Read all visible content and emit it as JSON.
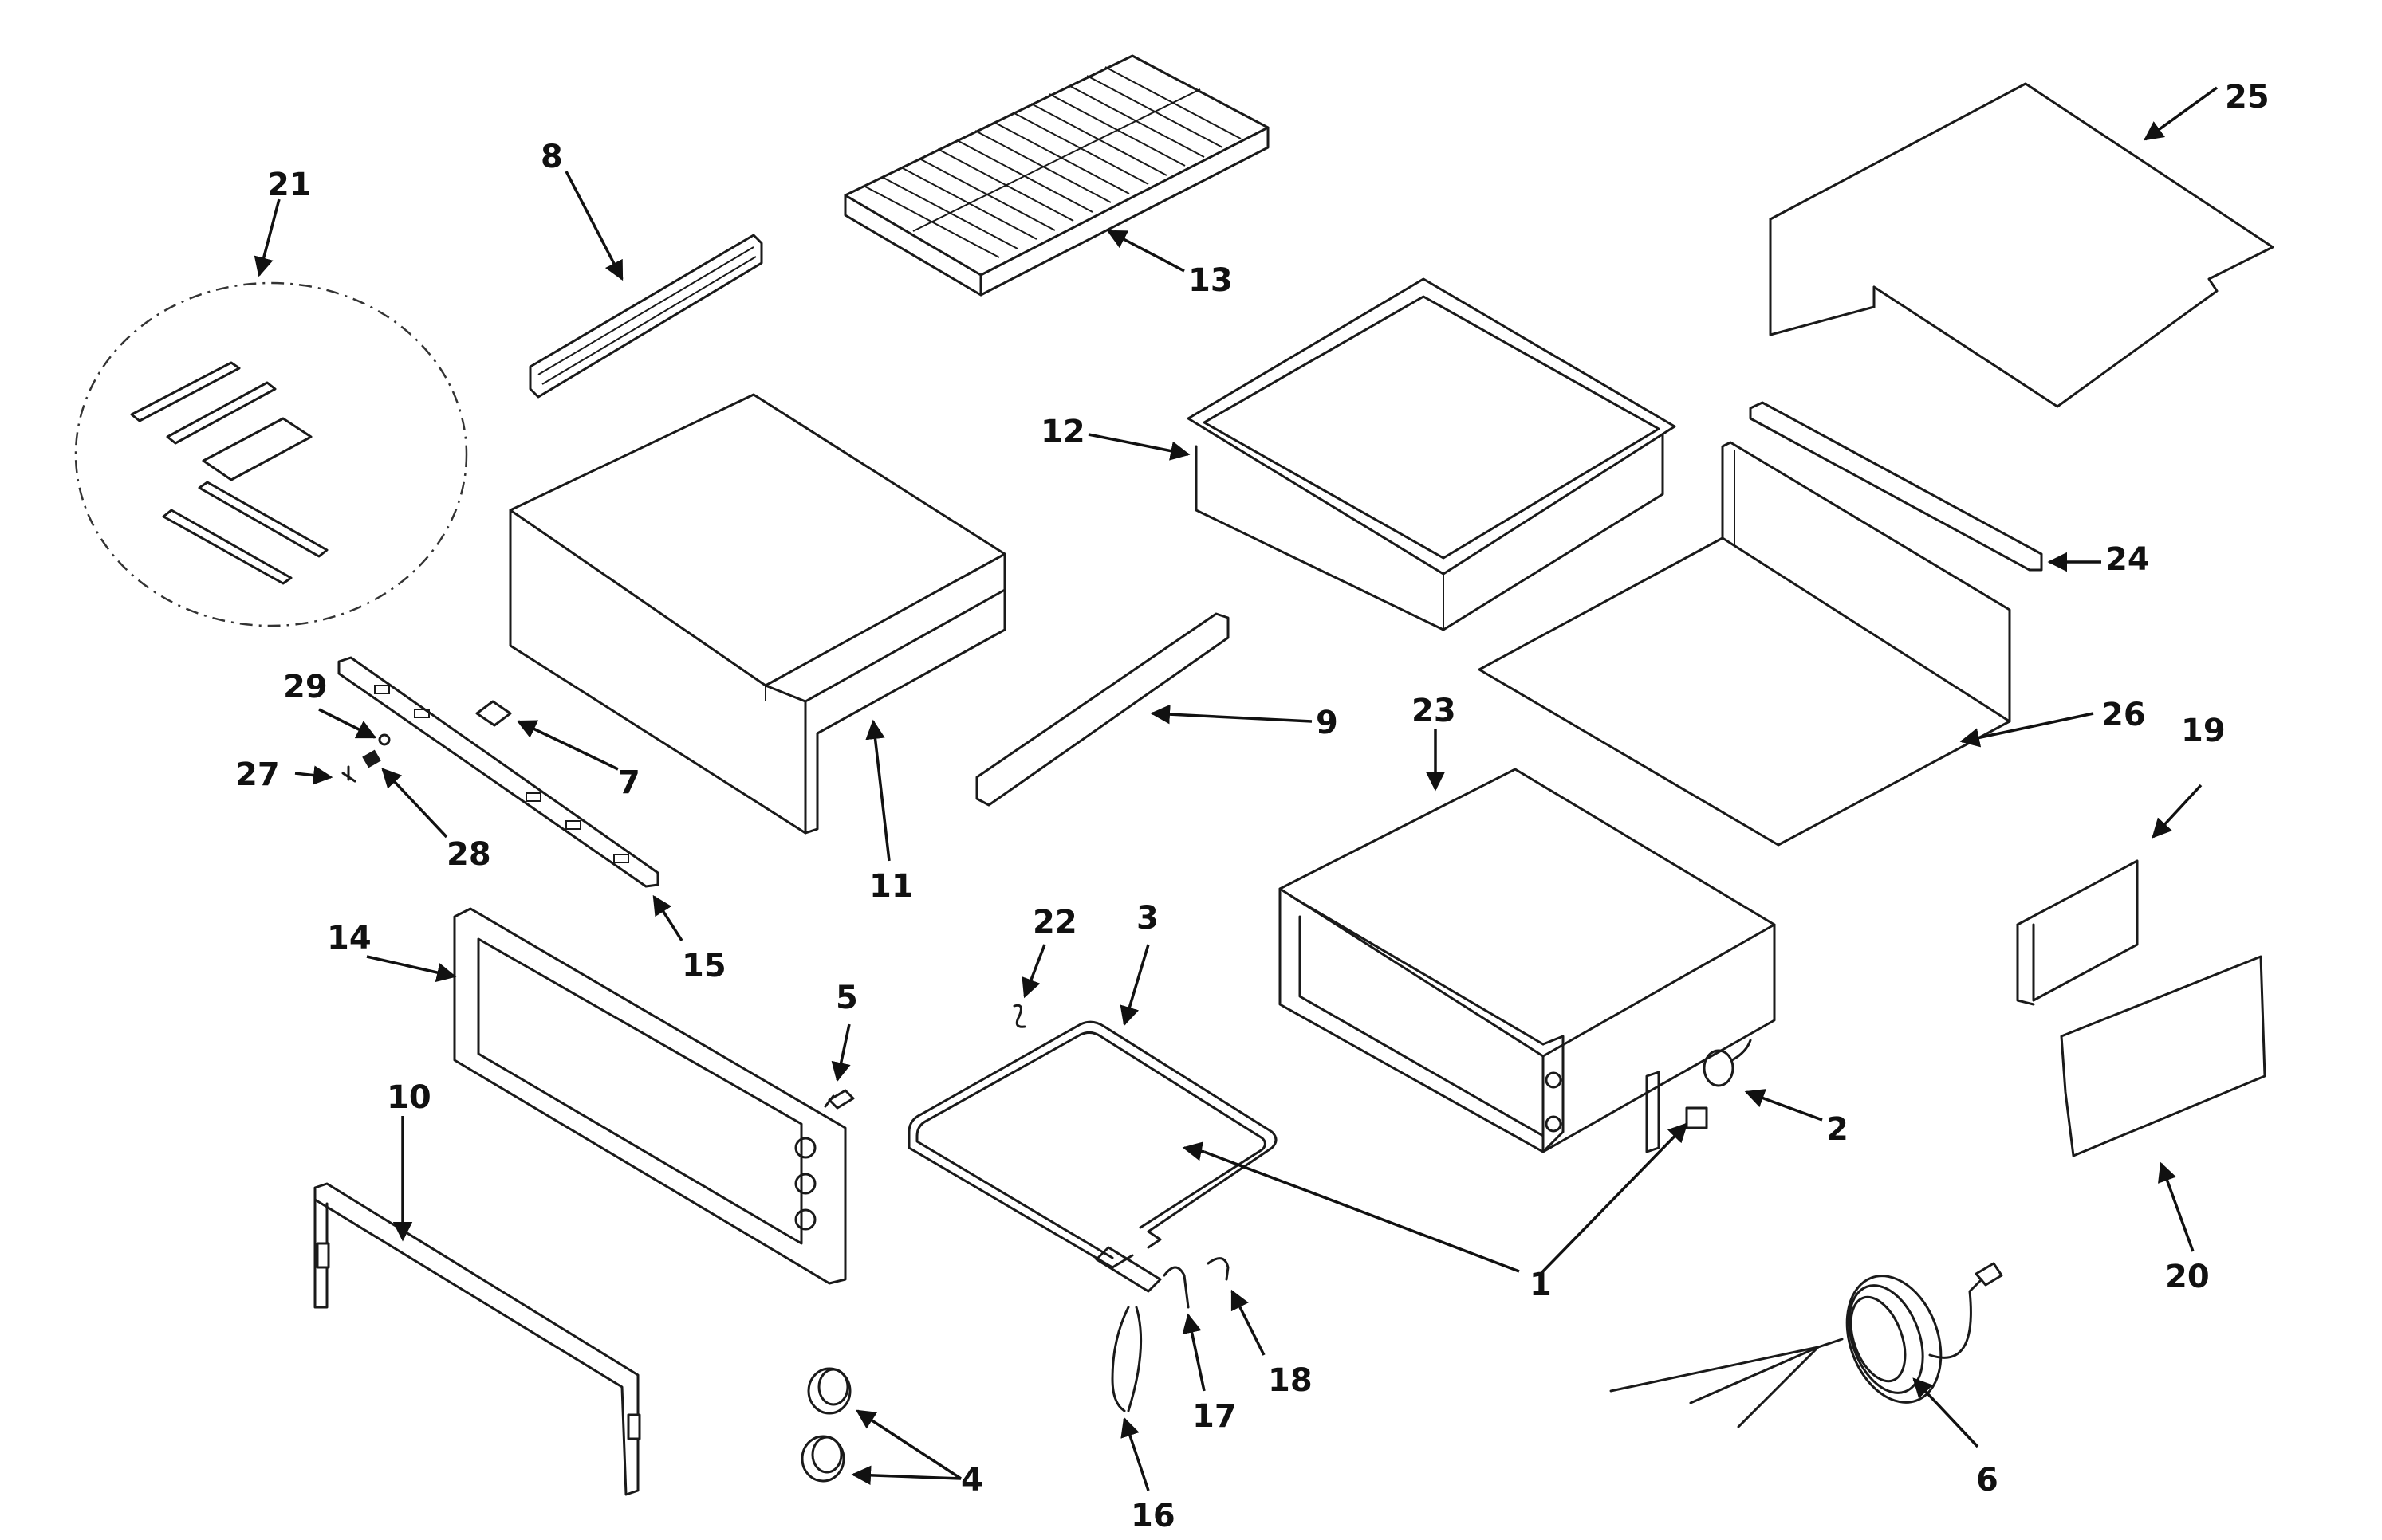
{
  "colors": {
    "ink": "#1a1a1a",
    "background": "#ffffff"
  },
  "labels": {
    "p1": "1",
    "p2": "2",
    "p3": "3",
    "p4": "4",
    "p5": "5",
    "p6": "6",
    "p7": "7",
    "p8": "8",
    "p9": "9",
    "p10": "10",
    "p11": "11",
    "p12": "12",
    "p13": "13",
    "p14": "14",
    "p15": "15",
    "p16": "16",
    "p17": "17",
    "p18": "18",
    "p19": "19",
    "p20": "20",
    "p21": "21",
    "p22": "22",
    "p23": "23",
    "p24": "24",
    "p25": "25",
    "p26": "26",
    "p27": "27",
    "p28": "28",
    "p29": "29"
  }
}
